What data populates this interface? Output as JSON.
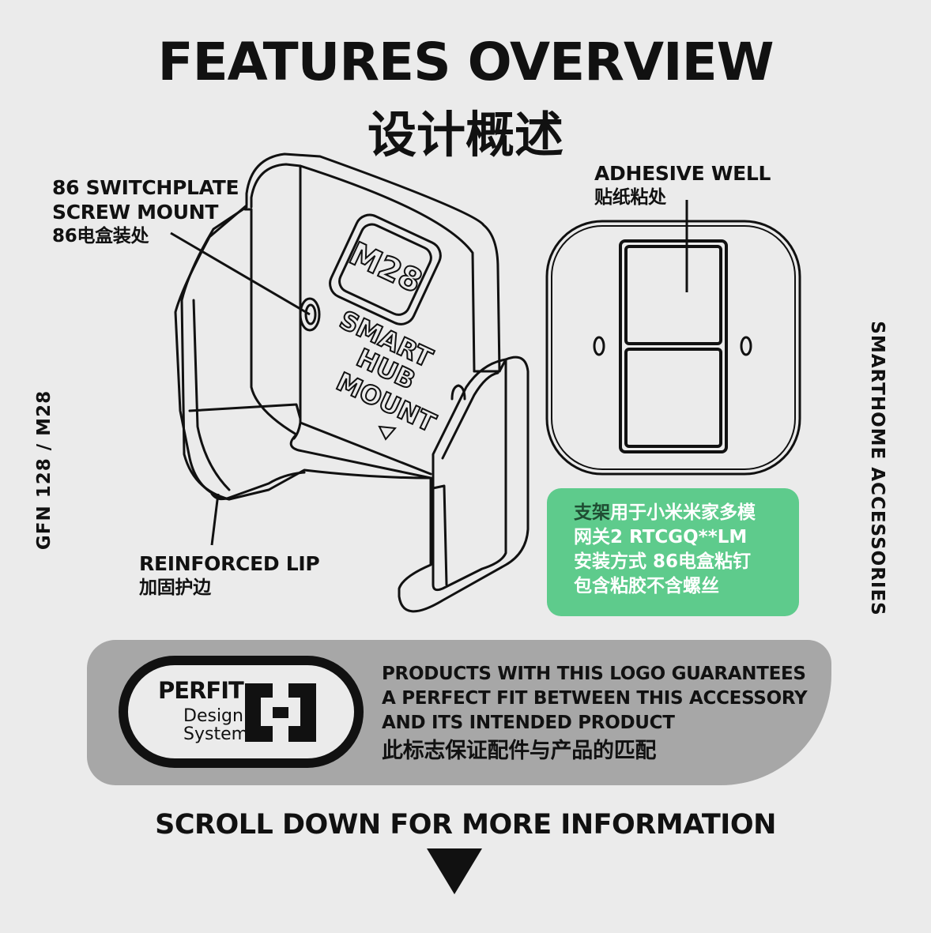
{
  "header": {
    "title_en": "FEATURES OVERVIEW",
    "title_cn": "设计概述"
  },
  "callouts": {
    "screw_mount": {
      "line1": "86 SWITCHPLATE",
      "line2": "SCREW MOUNT",
      "cn": "86电盒装处"
    },
    "adhesive_well": {
      "en": "ADHESIVE WELL",
      "cn": "贴纸粘处"
    },
    "reinforced_lip": {
      "en": "REINFORCED LIP",
      "cn": "加固护边"
    }
  },
  "product_emboss": {
    "badge": "M28",
    "line1": "SMART",
    "line2": "HUB",
    "line3": "MOUNT"
  },
  "side_labels": {
    "left": "GFN 128 / M28",
    "right": "SMARTHOME ACCESSORIES"
  },
  "info_box": {
    "highlight": "支架",
    "line1_rest": "用于小米米家多模",
    "line2": "网关2 RTCGQ**LM",
    "line3": "安装方式 86电盒粘钉",
    "line4": "包含粘胶不含螺丝",
    "bg_color": "#5ecb8c"
  },
  "perfit": {
    "logo_word": "PERFIT",
    "logo_sub1": "Design",
    "logo_sub2": "System",
    "text1": "PRODUCTS WITH THIS LOGO GUARANTEES",
    "text2": "A PERFECT FIT BETWEEN THIS ACCESSORY",
    "text3": "AND ITS INTENDED PRODUCT",
    "text_cn": "此标志保证配件与产品的匹配",
    "banner_color": "#a7a7a7"
  },
  "footer": {
    "scroll_label": "SCROLL DOWN FOR MORE INFORMATION",
    "arrow_icon": "down-triangle-icon"
  }
}
